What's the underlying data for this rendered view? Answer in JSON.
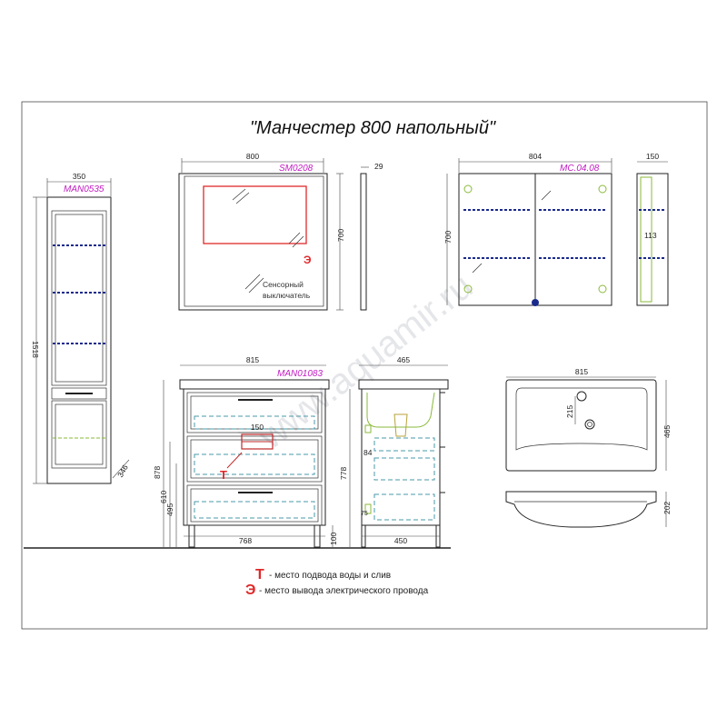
{
  "title": "\"Манчестер 800 напольный\"",
  "watermark": "www.aquamir.ru",
  "colors": {
    "line": "#222222",
    "magenta": "#c21cc2",
    "red": "#e0282a",
    "blue": "#1a2a8c",
    "teal": "#4a9aa8",
    "green": "#8aba3a"
  },
  "column": {
    "code": "MAN0535",
    "width": "350",
    "height": "1518",
    "depth": "346"
  },
  "mirror": {
    "code": "SM0208",
    "width": "800",
    "height": "700",
    "thickness": "29",
    "switch_label_1": "Сенсорный",
    "switch_label_2": "выключатель",
    "outlet_mark": "Э"
  },
  "cabinet": {
    "code": "MC.04.08",
    "width": "804",
    "height": "700",
    "depth": "150",
    "shelf": "113"
  },
  "vanity": {
    "code": "MAN01083",
    "width_top": "815",
    "width_bottom": "768",
    "height": "878",
    "h_610": "610",
    "h_495": "495",
    "legs": "100",
    "inlet_width": "150",
    "inlet_mark": "Т"
  },
  "vanity_side": {
    "depth_top": "465",
    "depth_bottom": "450",
    "height": "778",
    "inner": "84",
    "small": "75"
  },
  "sink": {
    "width": "815",
    "depth": "465",
    "offset": "215",
    "height": "202"
  },
  "legend": [
    {
      "mark": "Т",
      "text": "- место подвода воды и слив"
    },
    {
      "mark": "Э",
      "text": "- место вывода электрического провода"
    }
  ]
}
